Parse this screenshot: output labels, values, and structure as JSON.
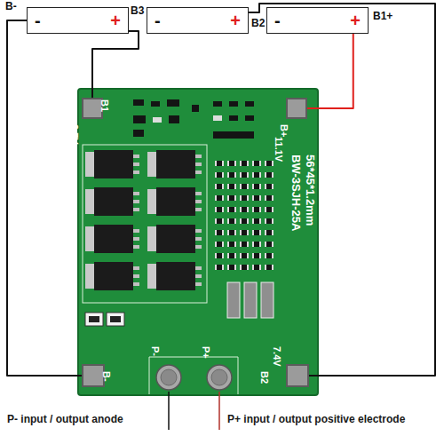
{
  "diagram": {
    "nodes": [
      {
        "text": [
          "-",
          "+"
        ]
      },
      {
        "text": [
          "-",
          "+"
        ]
      },
      {
        "text": [
          "-",
          "+"
        ]
      },
      {
        "text": [
          "BW-3SJH-25A",
          "56*45*1.2mm"
        ]
      },
      {
        "text": [
          "B1",
          "3.7V"
        ],
        "in": 3
      },
      {
        "text": [
          "B+",
          "11.1V"
        ],
        "in": 3
      },
      {
        "text": [
          "B-"
        ],
        "in": 3
      },
      {
        "text": [
          "P-"
        ],
        "in": 3
      },
      {
        "text": [
          "P+"
        ],
        "in": 3
      },
      {
        "text": [
          "7.4V",
          "B2"
        ],
        "in": 3
      }
    ],
    "edges": [
      {
        "from": 0,
        "to": 6,
        "arrow": "none"
      },
      {
        "from": 0,
        "to": 4,
        "arrow": "none"
      },
      {
        "from": 1,
        "to": 9,
        "arrow": "none"
      },
      {
        "from": 2,
        "to": 5,
        "arrow": "none"
      }
    ],
    "labels": [
      "B-",
      "B3",
      "B2",
      "B1+",
      "P- input / output anode",
      "P+ input / output positive electrode"
    ]
  }
}
